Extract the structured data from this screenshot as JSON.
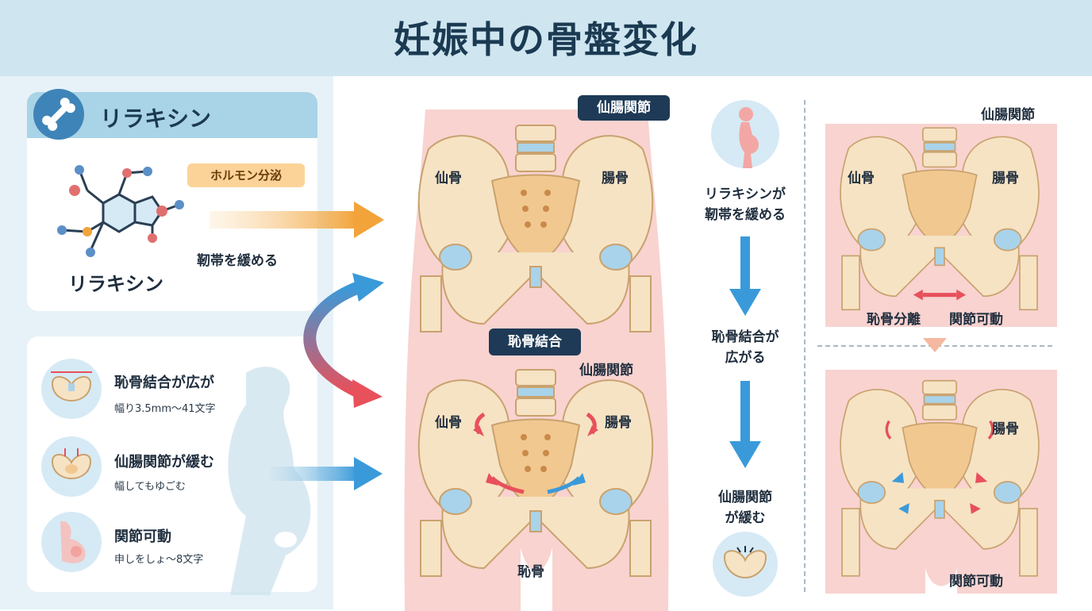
{
  "title": "妊娠中の骨盤変化",
  "left_panel": {
    "relaxin_card": {
      "header": "リラキシン",
      "badge_icon": "bone-icon",
      "molecule_icon": "molecule-icon",
      "molecule_label": "リラキシン",
      "hormone_tag": "ホルモン分泌",
      "effect_text": "靭帯を緩める"
    },
    "effects": [
      {
        "icon": "pubic-widening-icon",
        "title": "恥骨結合が広が",
        "desc": "幅り3.5mm〜41文字"
      },
      {
        "icon": "sacroiliac-loosen-icon",
        "title": "仙腸関節が緩む",
        "desc": "幅してもゆごむ"
      },
      {
        "icon": "pregnant-belly-icon",
        "title": "関節可動",
        "desc": "申しをしょ〜8文字"
      }
    ]
  },
  "center_panel": {
    "top_pelvis": {
      "callout_top": "仙腸関節",
      "left_label": "仙骨",
      "right_label": "腸骨",
      "callout_bottom": "恥骨結合"
    },
    "bottom_pelvis": {
      "callout_top": "仙腸関節",
      "left_label": "仙骨",
      "right_label": "腸骨",
      "bottom_label": "恥骨"
    }
  },
  "flow_panel": {
    "icon_top": "pregnant-woman-icon",
    "steps": [
      "リラキシンが\n靭帯を緩める",
      "恥骨結合が\n広がる",
      "仙腸関節\nが緩む"
    ],
    "icon_bottom": "pelvis-icon"
  },
  "right_panel": {
    "top": {
      "callout": "仙腸関節",
      "left_label": "仙骨",
      "right_label": "腸骨",
      "bottom_left": "恥骨分離",
      "bottom_right": "関節可動"
    },
    "bottom": {
      "right_label": "腸骨",
      "bottom_label": "関節可動"
    }
  },
  "colors": {
    "header_bg": "#cfe6f0",
    "navy": "#1e3a56",
    "orange_arrow": "#f2a33a",
    "blue_arrow": "#3a9ad9",
    "red_arrow": "#e8505b",
    "bone": "#f6e3c4",
    "sacrum": "#f2c891",
    "joint": "#a9d3ea",
    "body_pink": "#f8d3d0"
  }
}
